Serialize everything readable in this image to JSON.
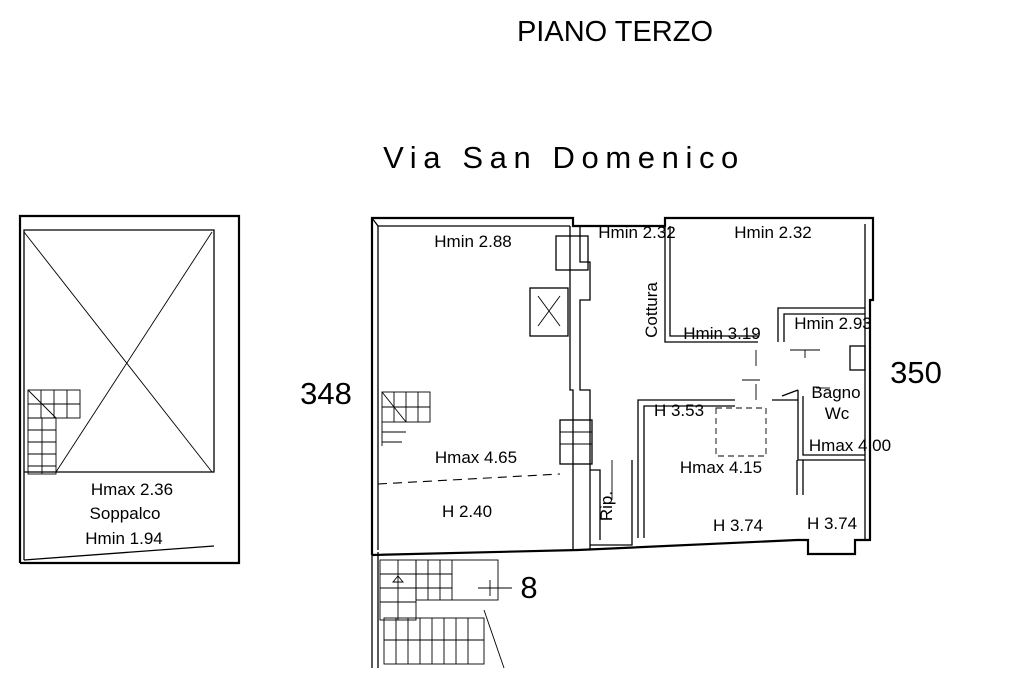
{
  "title": "PIANO TERZO",
  "street": "Via San Domenico",
  "parcels": {
    "left": "348",
    "right": "350",
    "stair": "8"
  },
  "mezzanine": {
    "hmax": "Hmax 2.36",
    "name": "Soppalco",
    "hmin": "Hmin 1.94"
  },
  "rooms": {
    "main_hmin": "Hmin 2.88",
    "main_hmax": "Hmax 4.65",
    "main_h": "H 2.40",
    "corridor_hmin": "Hmin 2.32",
    "top_room_hmin": "Hmin 2.32",
    "cottura": "Cottura",
    "cottura_hmin": "Hmin 3.19",
    "bath_hmin": "Hmin 2.93",
    "bagno": "Bagno",
    "wc": "Wc",
    "bath_hmax": "Hmax 4.00",
    "room_h": "H 3.53",
    "room_hmax": "Hmax 4.15",
    "rip": "Rip.",
    "bottom_h1": "H 3.74",
    "bottom_h2": "H 3.74"
  }
}
